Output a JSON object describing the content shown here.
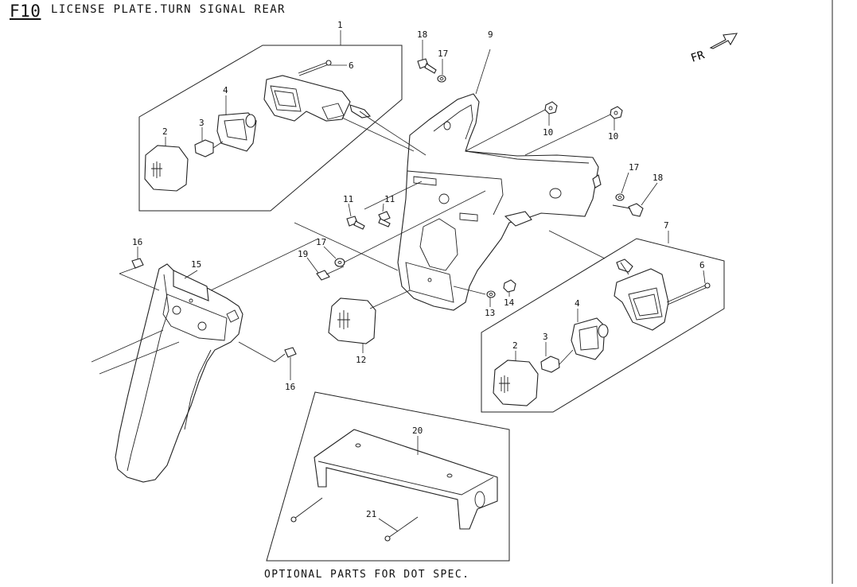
{
  "header": {
    "figure_code": "F10",
    "figure_title": "LICENSE PLATE.TURN SIGNAL REAR"
  },
  "direction_marker": {
    "label": "FR",
    "icon": "front-direction-arrow-icon"
  },
  "footer": {
    "note": "OPTIONAL PARTS FOR DOT SPEC."
  },
  "callouts": {
    "c1": "1",
    "c2a": "2",
    "c3a": "3",
    "c4a": "4",
    "c6a": "6",
    "c2b": "2",
    "c3b": "3",
    "c4b": "4",
    "c6b": "6",
    "c7": "7",
    "c9": "9",
    "c10a": "10",
    "c10b": "10",
    "c11a": "11",
    "c11b": "11",
    "c12": "12",
    "c13": "13",
    "c14": "14",
    "c15": "15",
    "c16a": "16",
    "c16b": "16",
    "c17a": "17",
    "c17b": "17",
    "c17c": "17",
    "c18a": "18",
    "c18b": "18",
    "c19": "19",
    "c20": "20",
    "c21": "21"
  }
}
